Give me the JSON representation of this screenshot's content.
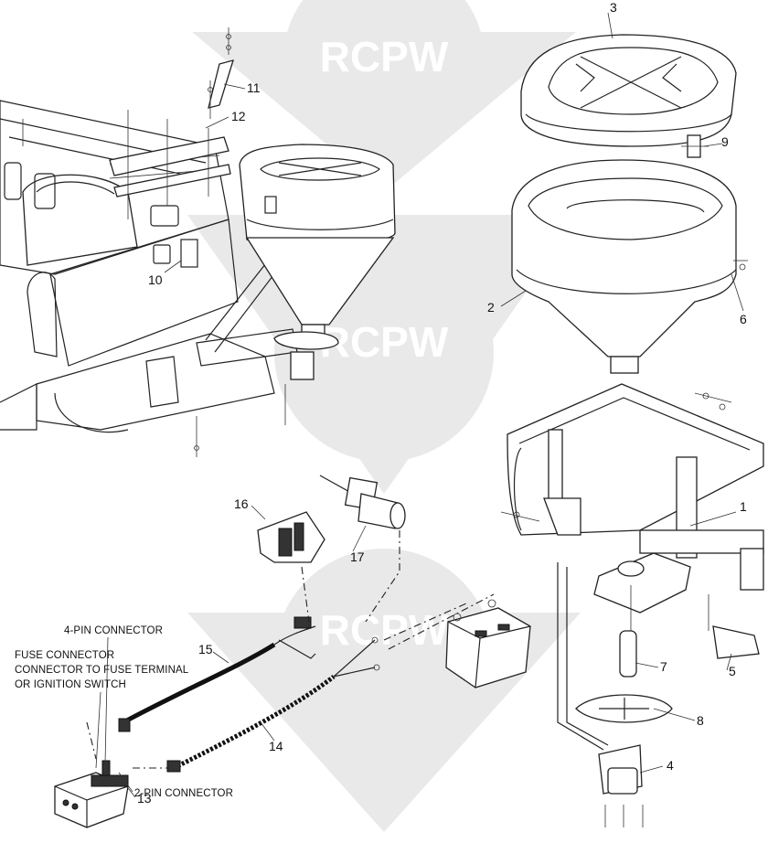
{
  "watermark": {
    "text": "RCPW",
    "color": "#e9e9e9"
  },
  "callouts": [
    {
      "id": "1",
      "text": "1"
    },
    {
      "id": "2",
      "text": "2"
    },
    {
      "id": "3",
      "text": "3"
    },
    {
      "id": "4",
      "text": "4"
    },
    {
      "id": "5",
      "text": "5"
    },
    {
      "id": "6",
      "text": "6"
    },
    {
      "id": "7",
      "text": "7"
    },
    {
      "id": "8",
      "text": "8"
    },
    {
      "id": "9",
      "text": "9"
    },
    {
      "id": "10",
      "text": "10"
    },
    {
      "id": "11",
      "text": "11"
    },
    {
      "id": "12",
      "text": "12"
    },
    {
      "id": "13",
      "text": "13"
    },
    {
      "id": "14",
      "text": "14"
    },
    {
      "id": "15",
      "text": "15"
    },
    {
      "id": "16",
      "text": "16"
    },
    {
      "id": "17",
      "text": "17"
    }
  ],
  "captions": {
    "four_pin": "4-PIN CONNECTOR",
    "fuse_line1": "FUSE CONNECTOR",
    "fuse_line2": "CONNECTOR TO FUSE TERMINAL",
    "fuse_line3": "OR IGNITION SWITCH",
    "two_pin": "2-PIN CONNECTOR"
  }
}
